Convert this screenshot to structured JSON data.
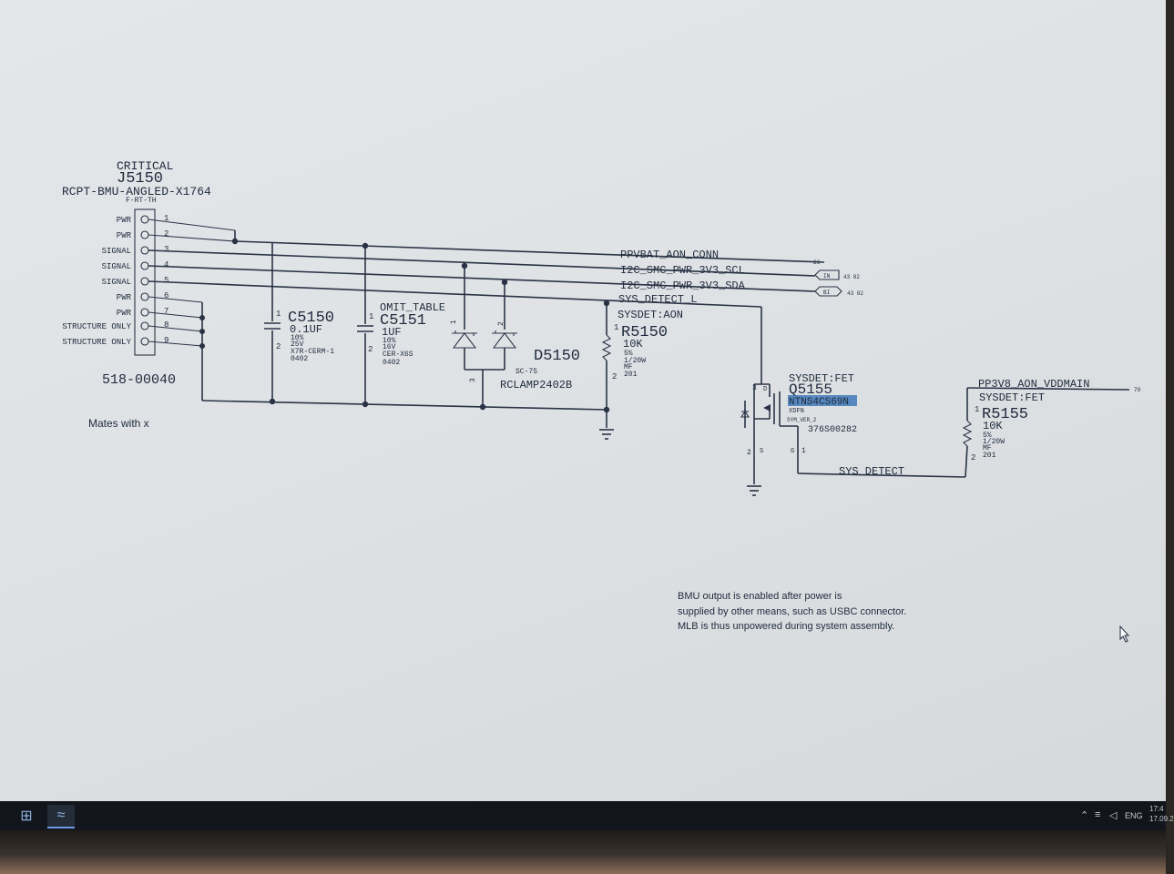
{
  "connector": {
    "critical": "CRITICAL",
    "refdes": "J5150",
    "part": "RCPT-BMU-ANGLED-X1764",
    "subtype": "F-RT-TH",
    "part_number": "518-00040",
    "pins": [
      {
        "label": "PWR",
        "num": "1"
      },
      {
        "label": "PWR",
        "num": "2"
      },
      {
        "label": "SIGNAL",
        "num": "3"
      },
      {
        "label": "SIGNAL",
        "num": "4"
      },
      {
        "label": "SIGNAL",
        "num": "5"
      },
      {
        "label": "PWR",
        "num": "6"
      },
      {
        "label": "PWR",
        "num": "7"
      },
      {
        "label": "STRUCTURE ONLY",
        "num": "8"
      },
      {
        "label": "STRUCTURE ONLY",
        "num": "9"
      }
    ],
    "mates_note": "Mates with x"
  },
  "c5150": {
    "refdes": "C5150",
    "value": "0.1UF",
    "tol": "10%",
    "volt": "25V",
    "dielectric": "X7R-CERM-1",
    "pkg": "0402",
    "pin1": "1",
    "pin2": "2"
  },
  "c5151": {
    "omit": "OMIT_TABLE",
    "refdes": "C5151",
    "value": "1UF",
    "tol": "10%",
    "volt": "16V",
    "dielectric": "CER-X6S",
    "pkg": "0402",
    "pin1": "1",
    "pin2": "2"
  },
  "d5150": {
    "refdes": "D5150",
    "pkg": "SC-75",
    "part": "RCLAMP2402B",
    "pin1": "1",
    "pin2": "2",
    "pin3": "3"
  },
  "nets": {
    "ppvbat": "PPVBAT_AON_CONN",
    "scl": "I2C_SMC_PWR_3V3_SCL",
    "sda": "I2C_SMC_PWR_3V3_SDA",
    "sysdet_l": "SYS_DETECT_L",
    "sysdet": "SYS_DETECT",
    "pp3v8": "PP3V8_AON_VDDMAIN",
    "ppvbat_ref": "23",
    "scl_flag": "IN",
    "sda_flag": "BI",
    "scl_ref": "43 82",
    "sda_ref": "43 82",
    "pp3v8_ref": "79"
  },
  "r5150": {
    "group": "SYSDET:AON",
    "refdes": "R5150",
    "value": "10K",
    "tol": "5%",
    "power": "1/20W",
    "type": "MF",
    "pkg": "201",
    "pin1": "1",
    "pin2": "2"
  },
  "q5155": {
    "group": "SYSDET:FET",
    "refdes": "Q5155",
    "part": "NTNS4CS69N",
    "pkg": "XDFN",
    "sym": "SYM_VER_2",
    "pn": "376S00282",
    "pin_d": "3",
    "lbl_d": "D",
    "pin_s": "2",
    "lbl_s": "S",
    "pin_g": "1",
    "lbl_g": "G",
    "highlight_color": "#3f78b8"
  },
  "r5155": {
    "group": "SYSDET:FET",
    "refdes": "R5155",
    "value": "10K",
    "tol": "5%",
    "power": "1/20W",
    "type": "MF",
    "pkg": "201",
    "pin1": "1",
    "pin2": "2"
  },
  "note": {
    "line1": "BMU output is enabled after power is",
    "line2": "supplied by other means, such as USBC connector.",
    "line3": "MLB is thus unpowered during system assembly."
  },
  "taskbar": {
    "start_icon": "windows-start-icon",
    "app_icon": "schematic-app-icon",
    "lang": "ENG",
    "time": "17:4",
    "date": "17.09.2"
  }
}
